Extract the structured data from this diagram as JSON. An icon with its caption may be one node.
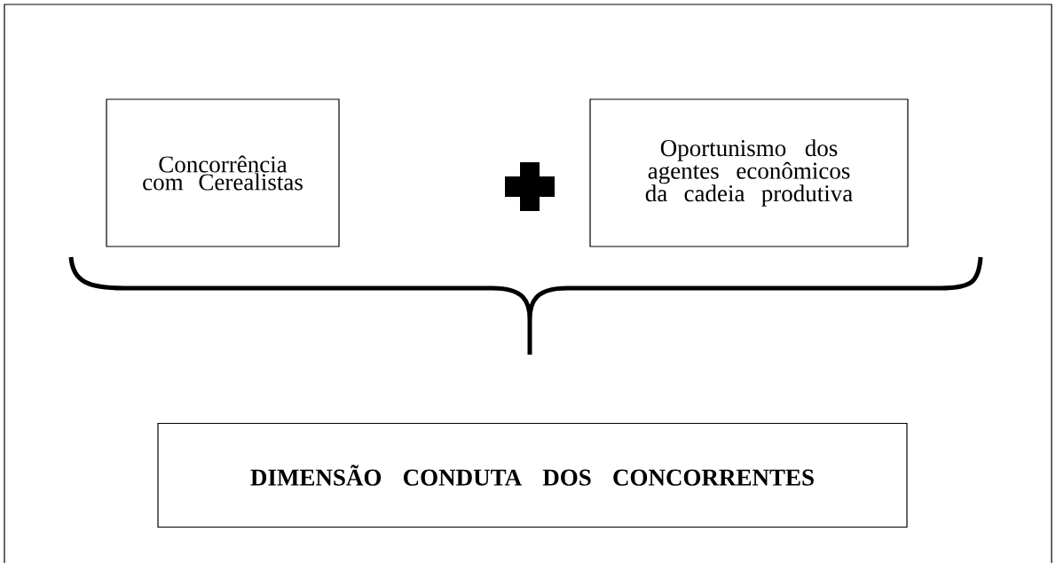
{
  "diagram": {
    "nodes": [
      {
        "text": [
          "Concorrência com Cerealistas"
        ]
      },
      {
        "text": [
          "Oportunismo dos agentes econômicos da cadeia produtiva"
        ]
      },
      {
        "text": [
          "DIMENSÃO CONDUTA DOS CONCORRENTES"
        ]
      }
    ]
  }
}
